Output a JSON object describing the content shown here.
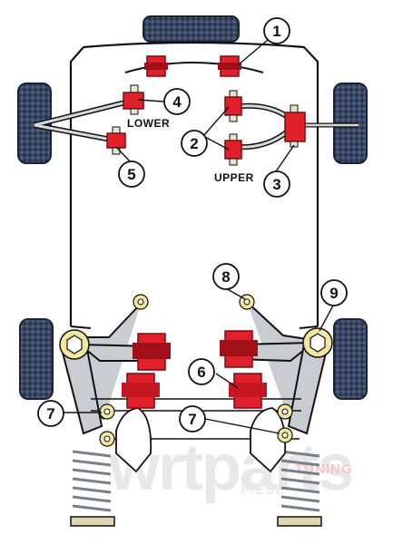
{
  "labels": {
    "lower": "LOWER",
    "upper": "UPPER"
  },
  "callouts": [
    "1",
    "2",
    "3",
    "4",
    "5",
    "6",
    "7",
    "7",
    "8",
    "9"
  ],
  "watermark": {
    "main": "wrtparts",
    "sub_left": "PIESE",
    "sub_right": "TUNING"
  },
  "colors": {
    "bushing_red": "#e0202a",
    "bushing_dark": "#a01018",
    "joint_yellow": "#f2e6a0",
    "arm_grey": "#c9ccd1",
    "tyre_blue": "#3c4c6a",
    "outline": "#111111"
  }
}
